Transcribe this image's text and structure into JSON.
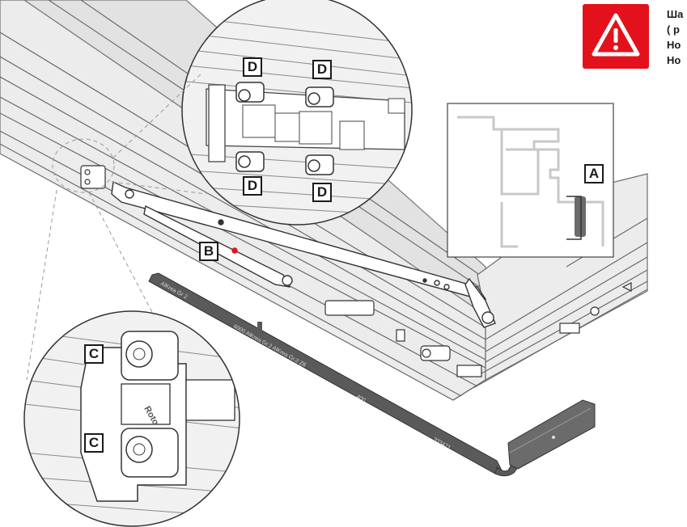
{
  "warning": {
    "icon": "warning-triangle-icon",
    "color": "#e3111b",
    "lines": [
      "Ша",
      "( р",
      "Но",
      "Но"
    ]
  },
  "labels": {
    "A": "A",
    "B": "B",
    "C_top": "C",
    "C_bottom": "C",
    "D_tl": "D",
    "D_tr": "D",
    "D_bl": "D",
    "D_br": "D"
  },
  "rail_text": {
    "t1": "AlKrea Gr 2",
    "t2": "6000 AlKrea Gr.2  AlKrea Gr.2  Z8",
    "t3": "400",
    "t4": "333471"
  },
  "hardware_brand": "Roto",
  "colors": {
    "line": "#555555",
    "frame_fill": "#e6e6e6",
    "rail": "#5a5a5a",
    "accent_red": "#e3111b",
    "seal": "#6b6b6b"
  }
}
